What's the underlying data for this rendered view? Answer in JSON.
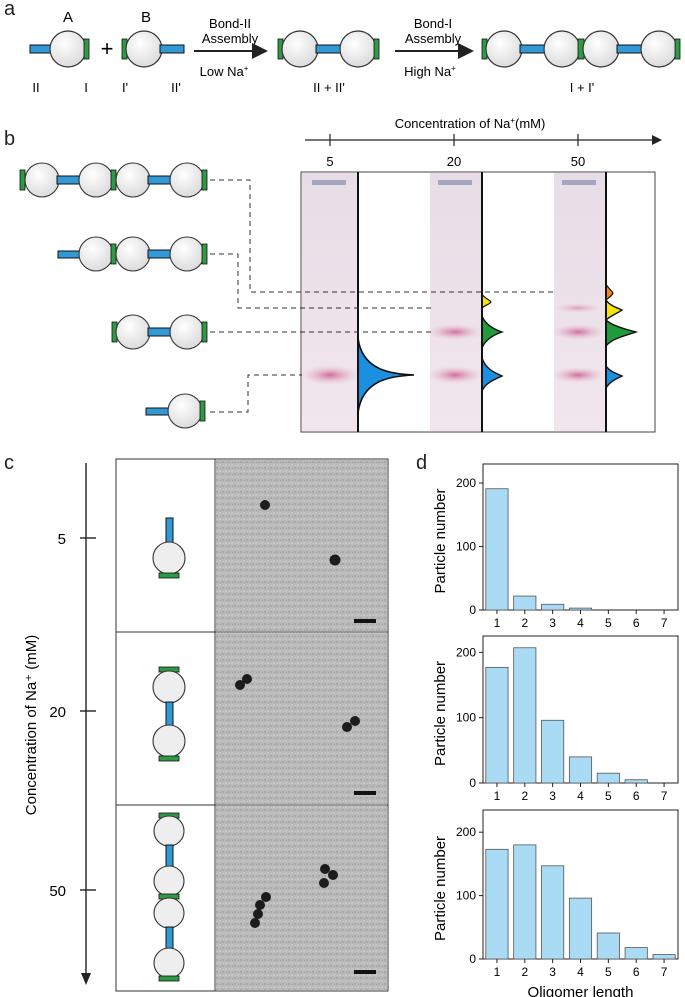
{
  "panel_a": {
    "label": "a",
    "particle_a": "A",
    "particle_b": "B",
    "site_labels": [
      "II",
      "I",
      "I'",
      "II'"
    ],
    "plus": "+",
    "step1_title_1": "Bond-II",
    "step1_title_2": "Assembly",
    "step1_condition": "Low Na",
    "step1_condition_sup": "+",
    "product1": "II + II'",
    "step2_title_1": "Bond-I",
    "step2_title_2": "Assembly",
    "step2_condition": "High Na",
    "step2_condition_sup": "+",
    "product2": "I + I'"
  },
  "panel_b": {
    "label": "b",
    "axis_title_pre": "Concentration of Na",
    "axis_title_sup": "+",
    "axis_title_post": "(mM)",
    "lane_labels": [
      "5",
      "20",
      "50"
    ]
  },
  "panel_c": {
    "label": "c",
    "axis_title": "Concentration of Na⁺ (mM)",
    "tick_labels": [
      "5",
      "20",
      "50"
    ]
  },
  "chart_data": [
    {
      "type": "bar",
      "categories": [
        "1",
        "2",
        "3",
        "4",
        "5",
        "6",
        "7"
      ],
      "values": [
        191,
        22,
        9,
        3,
        0,
        0,
        0
      ],
      "ylabel": "Particle number",
      "xlabel": "",
      "ylim": [
        0,
        230
      ],
      "yticks": [
        "0",
        "100",
        "200"
      ],
      "bar_color": "#a9dbf5"
    },
    {
      "type": "bar",
      "categories": [
        "1",
        "2",
        "3",
        "4",
        "5",
        "6",
        "7"
      ],
      "values": [
        177,
        207,
        96,
        40,
        15,
        5,
        0
      ],
      "ylabel": "Particle number",
      "xlabel": "",
      "ylim": [
        0,
        225
      ],
      "yticks": [
        "0",
        "100",
        "200"
      ],
      "bar_color": "#a9dbf5"
    },
    {
      "type": "bar",
      "categories": [
        "1",
        "2",
        "3",
        "4",
        "5",
        "6",
        "7"
      ],
      "values": [
        173,
        180,
        147,
        96,
        41,
        18,
        7
      ],
      "ylabel": "Particle number",
      "xlabel": "Oligomer length",
      "ylim": [
        0,
        235
      ],
      "yticks": [
        "0",
        "100",
        "200"
      ],
      "bar_color": "#a9dbf5"
    }
  ],
  "panel_d": {
    "label": "d"
  }
}
